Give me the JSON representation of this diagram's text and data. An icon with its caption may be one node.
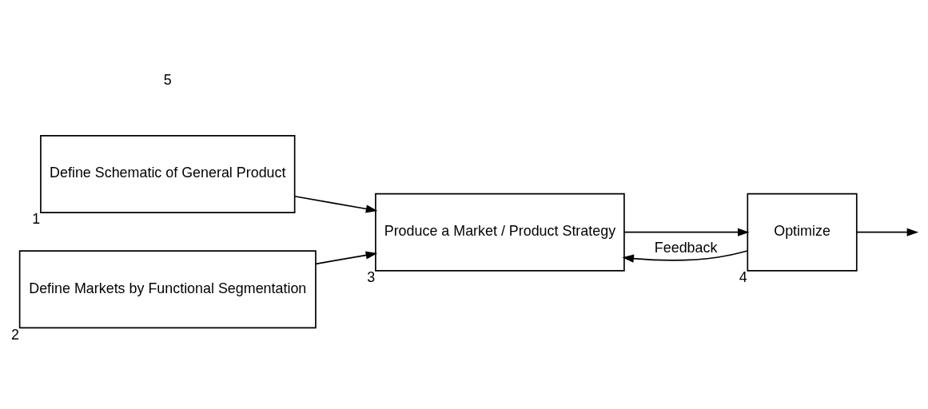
{
  "diagram": {
    "nodes": [
      {
        "text": [
          "Define Schematic of General Product"
        ],
        "beside": [
          "1"
        ]
      },
      {
        "text": [
          "Define Markets by Functional Segmentation"
        ],
        "beside": [
          "2"
        ]
      },
      {
        "text": [
          "Produce a Market / Product Strategy"
        ],
        "beside": [
          "3"
        ]
      },
      {
        "text": [
          "Optimize"
        ],
        "beside": [
          "4"
        ]
      }
    ],
    "edges": [
      {
        "from": 0,
        "to": 2,
        "arrow": "to"
      },
      {
        "from": 1,
        "to": 2,
        "arrow": "to"
      },
      {
        "from": 2,
        "to": 3,
        "arrow": "to"
      },
      {
        "from": 3,
        "to": null,
        "arrow": "to"
      },
      {
        "from": 3,
        "to": 2,
        "arrow": "to",
        "label": "Feedback"
      }
    ],
    "labels": [
      "5"
    ]
  }
}
